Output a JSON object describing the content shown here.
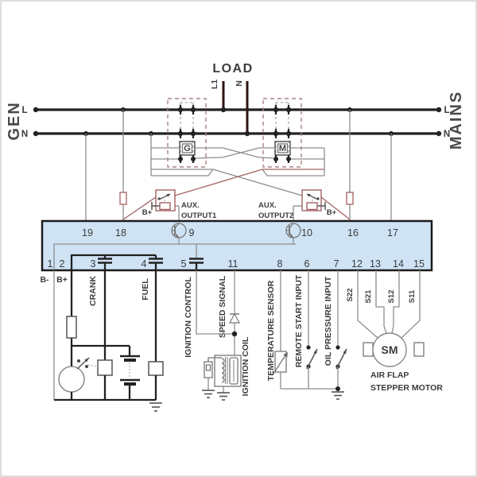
{
  "sources": {
    "gen": "GEN",
    "mains": "MAINS",
    "load": "LOAD",
    "load_l1": "L1",
    "load_n": "N",
    "gen_l": "L",
    "gen_n": "N",
    "mains_l": "L",
    "mains_n": "N"
  },
  "contactors": {
    "gen_coil": "G",
    "mains_coil": "M"
  },
  "aux_outputs": {
    "out1_line1": "AUX.",
    "out1_line2": "OUTPUT1",
    "out1_bplus": "B+",
    "out2_line1": "AUX.",
    "out2_line2": "OUTPUT2",
    "out2_bplus": "B+"
  },
  "controller": {
    "top_terminals": [
      "19",
      "18",
      "9",
      "10",
      "16",
      "17"
    ],
    "bottom_terminals": [
      "1",
      "2",
      "3",
      "4",
      "5",
      "11",
      "8",
      "6",
      "7",
      "12",
      "13",
      "14",
      "15"
    ]
  },
  "signals": {
    "bminus": "B-",
    "bplus": "B+",
    "crank": "CRANK",
    "fuel": "FUEL",
    "ignition_control": "IGNITION CONTROL",
    "speed_signal": "SPEED SIGNAL",
    "ignition_coil": "IGNITION COIL",
    "temperature_sensor": "TEMPERATURE SENSOR",
    "remote_start": "REMOTE START INPUT",
    "oil_pressure": "OIL PRESSURE INPUT",
    "s22": "S22",
    "s21": "S21",
    "s12": "S12",
    "s11": "S11"
  },
  "stepper": {
    "sm": "SM",
    "line1": "AIR FLAP",
    "line2": "STEPPER MOTOR"
  },
  "colors": {
    "bus": "#222222",
    "load_line": "#2e1212",
    "wire_gray": "#8d8d8d",
    "wire_red": "#a46060",
    "panel_fill": "#cfe3f5",
    "panel_border": "#1b1b1b"
  }
}
